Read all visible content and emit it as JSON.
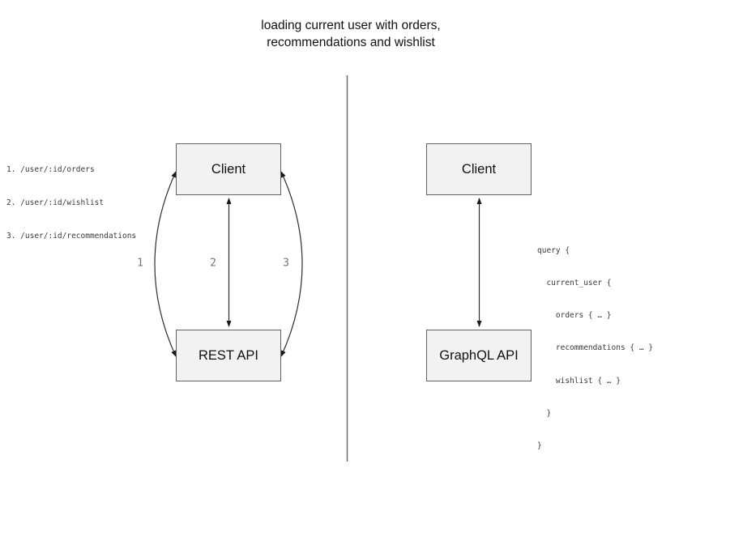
{
  "title": {
    "line1": "loading current user with orders,",
    "line2": "recommendations and wishlist"
  },
  "rest_panel": {
    "client_label": "Client",
    "api_label": "REST API",
    "endpoints": [
      "1. /user/:id/orders",
      "2. /user/:id/wishlist",
      "3. /user/:id/recommendations"
    ],
    "arrow_labels": [
      "1",
      "2",
      "3"
    ]
  },
  "graphql_panel": {
    "client_label": "Client",
    "api_label": "GraphQL API",
    "query_lines": [
      "query {",
      "  current_user {",
      "    orders { … }",
      "    recommendations { … }",
      "    wishlist { … }",
      "  }",
      "}"
    ]
  },
  "colors": {
    "background": "#ffffff",
    "node_fill": "#f2f2f2",
    "node_border": "#616161",
    "connector": "#2e2e2e",
    "arrowhead": "#1a1a1a",
    "divider": "#6b6b6b",
    "number_label": "#757575",
    "code_text": "#3a3a3a",
    "text": "#111111"
  }
}
